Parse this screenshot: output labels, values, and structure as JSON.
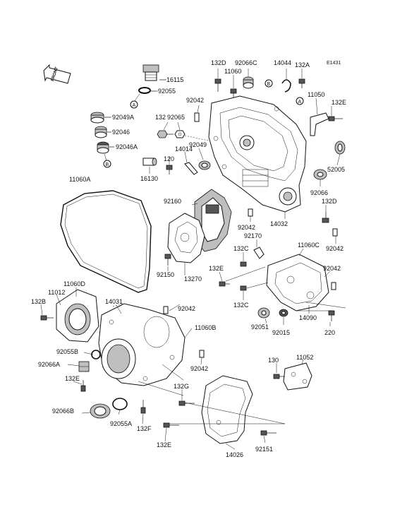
{
  "diagram_code": "E1431",
  "front_label": "FRONT",
  "callout_markers": {
    "a": "A",
    "b": "B"
  },
  "parts": [
    {
      "id": "p-16115",
      "label": "16115"
    },
    {
      "id": "p-92055",
      "label": "92055"
    },
    {
      "id": "p-92049a",
      "label": "92049A"
    },
    {
      "id": "p-92046",
      "label": "92046"
    },
    {
      "id": "p-92046a",
      "label": "92046A"
    },
    {
      "id": "p-132-a",
      "label": "132"
    },
    {
      "id": "p-92065",
      "label": "92065"
    },
    {
      "id": "p-120",
      "label": "120"
    },
    {
      "id": "p-16130",
      "label": "16130"
    },
    {
      "id": "p-14014",
      "label": "14014"
    },
    {
      "id": "p-92049",
      "label": "92049"
    },
    {
      "id": "p-92042-top",
      "label": "92042"
    },
    {
      "id": "p-132d-top",
      "label": "132D"
    },
    {
      "id": "p-11060",
      "label": "11060"
    },
    {
      "id": "p-92066c",
      "label": "92066C"
    },
    {
      "id": "p-14044",
      "label": "14044"
    },
    {
      "id": "p-132a",
      "label": "132A"
    },
    {
      "id": "p-11050",
      "label": "11050"
    },
    {
      "id": "p-132e-right",
      "label": "132E"
    },
    {
      "id": "p-52005",
      "label": "52005"
    },
    {
      "id": "p-92066",
      "label": "92066"
    },
    {
      "id": "p-132d-right",
      "label": "132D"
    },
    {
      "id": "p-14032",
      "label": "14032"
    },
    {
      "id": "p-92042-mid",
      "label": "92042"
    },
    {
      "id": "p-11060a",
      "label": "11060A"
    },
    {
      "id": "p-92160",
      "label": "92160"
    },
    {
      "id": "p-92170",
      "label": "92170"
    },
    {
      "id": "p-11060c",
      "label": "11060C"
    },
    {
      "id": "p-92042-r1",
      "label": "92042"
    },
    {
      "id": "p-132c-1",
      "label": "132C"
    },
    {
      "id": "p-132e-mid",
      "label": "132E"
    },
    {
      "id": "p-92042-r2",
      "label": "92042"
    },
    {
      "id": "p-132c-2",
      "label": "132C"
    },
    {
      "id": "p-92150",
      "label": "92150"
    },
    {
      "id": "p-13270",
      "label": "13270"
    },
    {
      "id": "p-11060d",
      "label": "11060D"
    },
    {
      "id": "p-11012",
      "label": "11012"
    },
    {
      "id": "p-132b",
      "label": "132B"
    },
    {
      "id": "p-14031",
      "label": "14031"
    },
    {
      "id": "p-92042-c",
      "label": "92042"
    },
    {
      "id": "p-11060b",
      "label": "11060B"
    },
    {
      "id": "p-14090",
      "label": "14090"
    },
    {
      "id": "p-92051",
      "label": "92051"
    },
    {
      "id": "p-92015",
      "label": "92015"
    },
    {
      "id": "p-220",
      "label": "220"
    },
    {
      "id": "p-92055b",
      "label": "92055B"
    },
    {
      "id": "p-92066a",
      "label": "92066A"
    },
    {
      "id": "p-92042-low",
      "label": "92042"
    },
    {
      "id": "p-130",
      "label": "130"
    },
    {
      "id": "p-11052",
      "label": "11052"
    },
    {
      "id": "p-132e-left",
      "label": "132E"
    },
    {
      "id": "p-132g",
      "label": "132G"
    },
    {
      "id": "p-92066b",
      "label": "92066B"
    },
    {
      "id": "p-92055a",
      "label": "92055A"
    },
    {
      "id": "p-132f",
      "label": "132F"
    },
    {
      "id": "p-132e-bottom",
      "label": "132E"
    },
    {
      "id": "p-14026",
      "label": "14026"
    },
    {
      "id": "p-92151",
      "label": "92151"
    }
  ]
}
